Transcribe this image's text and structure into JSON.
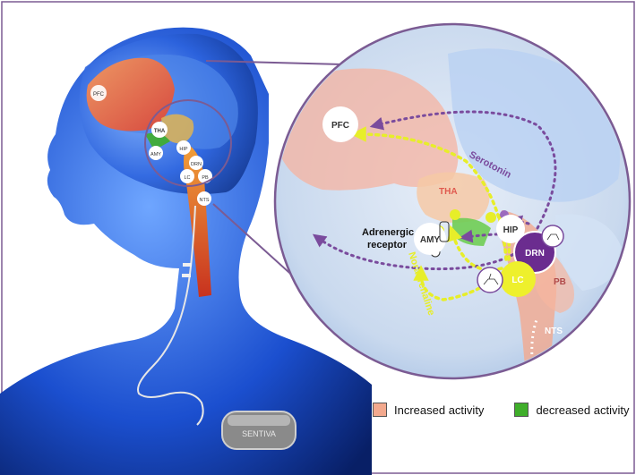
{
  "labels": {
    "left": {
      "pfc": "PFC",
      "tha": "THA",
      "amy": "AMY",
      "hip": "HIP",
      "drn": "DRN",
      "lc": "LC",
      "pb": "PB",
      "nts": "NTS"
    },
    "right": {
      "pfc": "PFC",
      "tha": "THA",
      "amy": "AMY",
      "hip": "HIP",
      "drn": "DRN",
      "lc": "LC",
      "pb": "PB",
      "nts": "NTS",
      "serotonin": "Serotonin",
      "noradrenaline": "Noradrenaline",
      "adrenergic": "Adrenergic\nreceptor"
    },
    "device": "SENTIVA"
  },
  "legend": {
    "items": [
      {
        "label": "Increased activity",
        "color": "#f3a98e"
      },
      {
        "label": "decreased activity",
        "color": "#3fae2a"
      }
    ]
  },
  "colors": {
    "serotonin": "#7a4b9d",
    "noradrenaline": "#e7ee29",
    "frame": "#7b5b93",
    "body": "#1d5ad6"
  }
}
